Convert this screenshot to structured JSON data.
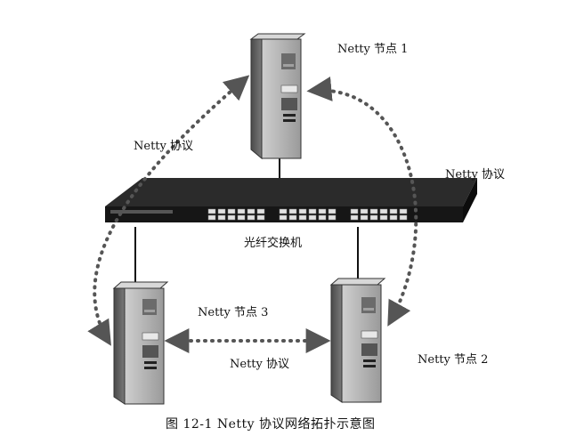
{
  "diagram": {
    "nodes": [
      {
        "id": "node1",
        "label": "Netty 节点 1"
      },
      {
        "id": "node2",
        "label": "Netty 节点 2"
      },
      {
        "id": "node3",
        "label": "Netty 节点 3"
      }
    ],
    "switch_label": "光纤交换机",
    "protocol_labels": {
      "left": "Netty 协议",
      "right": "Netty 协议",
      "bottom": "Netty 协议"
    },
    "caption": "图 12-1    Netty 协议网络拓扑示意图"
  }
}
